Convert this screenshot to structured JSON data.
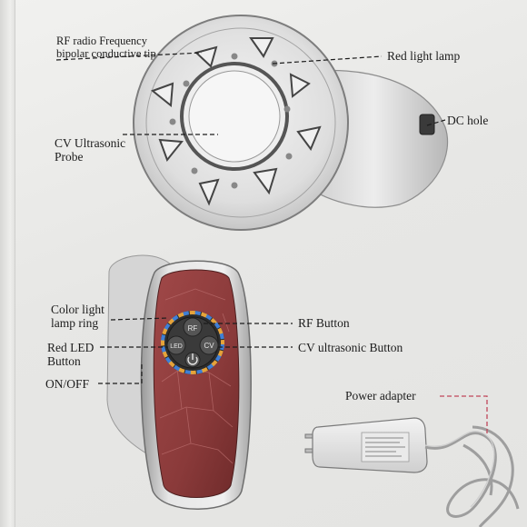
{
  "labels": {
    "rf_tip_line1": "RF radio Frequency",
    "rf_tip_line2": "bipolar conductive tip",
    "red_light_lamp": "Red light lamp",
    "cv_probe_line1": "CV Ultrasonic",
    "cv_probe_line2": "Probe",
    "dc_hole": "DC hole",
    "color_ring_line1": "Color light",
    "color_ring_line2": "lamp ring",
    "red_led_line1": "Red LED",
    "red_led_line2": "Button",
    "on_off": "ON/OFF",
    "rf_button": "RF Button",
    "cv_button": "CV ultrasonic Button",
    "power_adapter": "Power adapter"
  },
  "device_buttons": {
    "rf": "RF",
    "led": "LED",
    "cv": "CV"
  },
  "colors": {
    "paper": "#ececea",
    "text": "#1c1c1c",
    "device_body_red": "#8a3b3b",
    "device_shell": "#d9d9d9",
    "adapter_leader": "#c0475a",
    "ring_blue": "#3f7fd6",
    "ring_orange": "#e6a33a"
  }
}
